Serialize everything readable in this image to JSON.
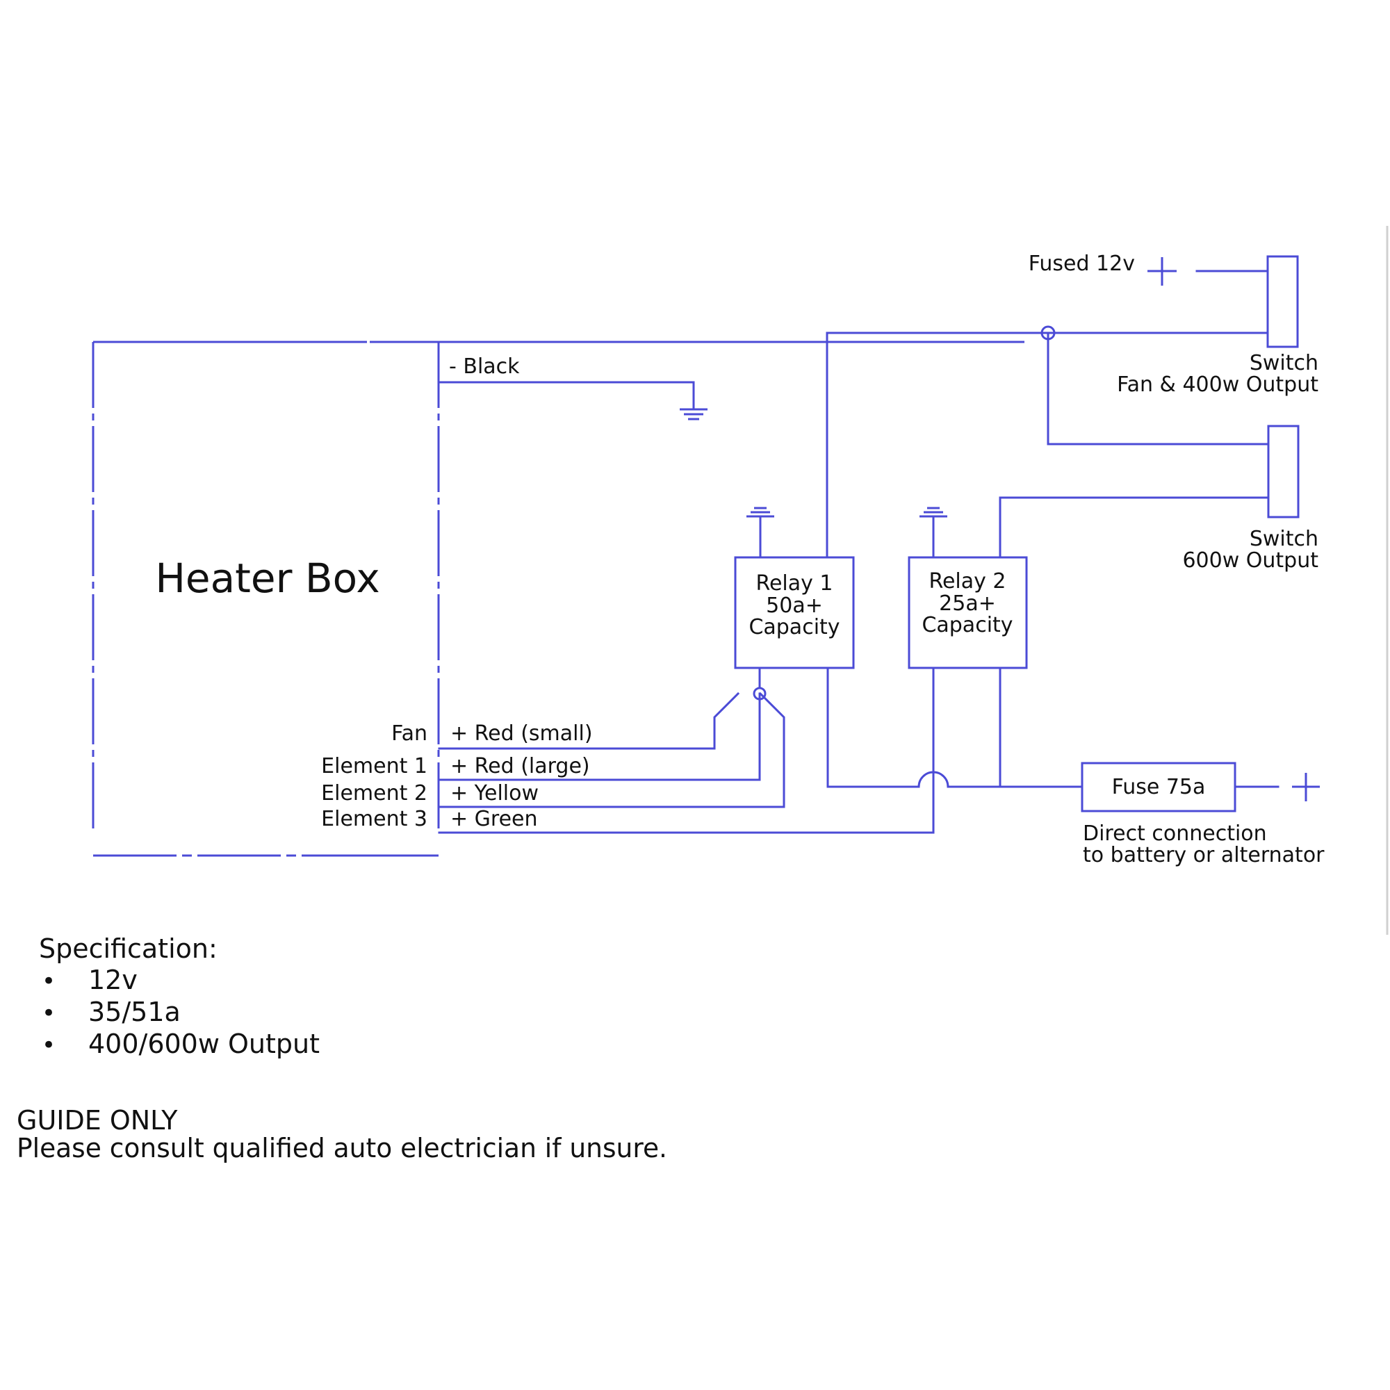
{
  "heater_box": {
    "title": "Heater Box",
    "terminals": [
      {
        "name": "Fan",
        "wire": "+ Red (small)"
      },
      {
        "name": "Element 1",
        "wire": "+ Red (large)"
      },
      {
        "name": "Element 2",
        "wire": "+ Yellow"
      },
      {
        "name": "Element 3",
        "wire": "+ Green"
      }
    ],
    "ground_wire": "- Black"
  },
  "relays": [
    {
      "line1": "Relay 1",
      "line2": "50a+",
      "line3": "Capacity"
    },
    {
      "line1": "Relay 2",
      "line2": "25a+",
      "line3": "Capacity"
    }
  ],
  "switches": [
    {
      "line1": "Switch",
      "line2": "Fan & 400w Output"
    },
    {
      "line1": "Switch",
      "line2": "600w Output"
    }
  ],
  "supply": {
    "fused_label": "Fused 12v",
    "fuse_label": "Fuse 75a",
    "fuse_note_line1": "Direct connection",
    "fuse_note_line2": "to battery or alternator"
  },
  "specification": {
    "heading": "Specification:",
    "bullet": "•",
    "items": [
      "12v",
      "35/51a",
      "400/600w Output"
    ]
  },
  "disclaimer": {
    "line1": "GUIDE ONLY",
    "line2": "Please consult qualified auto electrician if unsure."
  },
  "colors": {
    "wire": "#4b4bd6",
    "text": "#111111",
    "background": "#ffffff"
  }
}
